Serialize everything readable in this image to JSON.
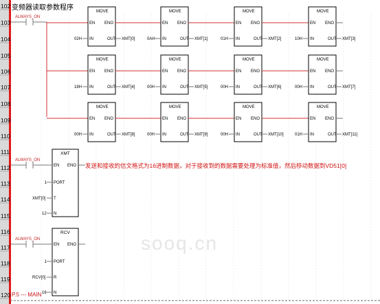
{
  "title": "变频器读取参数程序",
  "rows": [
    "102",
    "103",
    "104",
    "105",
    "106",
    "107",
    "108",
    "109",
    "110",
    "111",
    "112",
    "113",
    "114",
    "115",
    "116",
    "117",
    "118",
    "119",
    "120"
  ],
  "contact_label": "ALWAYS_ON",
  "move_block": {
    "name": "MOVE",
    "en": "EN",
    "eno": "ENO",
    "in": "IN",
    "out": "OUT"
  },
  "move_rows": [
    {
      "inputs": [
        "02H",
        "0AH",
        "01H",
        "10H"
      ],
      "outputs": [
        "XMT[0]",
        "XMT[1]",
        "XMT[2]",
        "XMT[3]"
      ]
    },
    {
      "inputs": [
        "18H",
        "00H",
        "00H",
        "00H"
      ],
      "outputs": [
        "XMT[4]",
        "XMT[5]",
        "XMT[6]",
        "XMT[7]"
      ]
    },
    {
      "inputs": [
        "00H",
        "00H",
        "00H",
        "01H"
      ],
      "outputs": [
        "XMT[8]",
        "XMT[9]",
        "XMT[10]",
        "XMT[11]"
      ]
    }
  ],
  "xmt_block": {
    "name": "XMT",
    "pins_left": [
      "EN",
      "PORT",
      "T",
      "N"
    ],
    "pins_right": [
      "ENO"
    ],
    "left_vals": [
      "",
      "1",
      "XMT[0]",
      "12"
    ]
  },
  "rcv_block": {
    "name": "RCV",
    "pins_left": [
      "EN",
      "PORT",
      "R",
      "N"
    ],
    "pins_right": [
      "ENO"
    ],
    "left_vals": [
      "",
      "1",
      "RCV[0]",
      "16"
    ]
  },
  "comment": "发送和接收的信文格式为16进制数据，对于接收到的数据需要处理为标准值，然后移动数据到VD51[0]",
  "footer": "P.5 --- MAIN",
  "watermark": "sooq.cn"
}
